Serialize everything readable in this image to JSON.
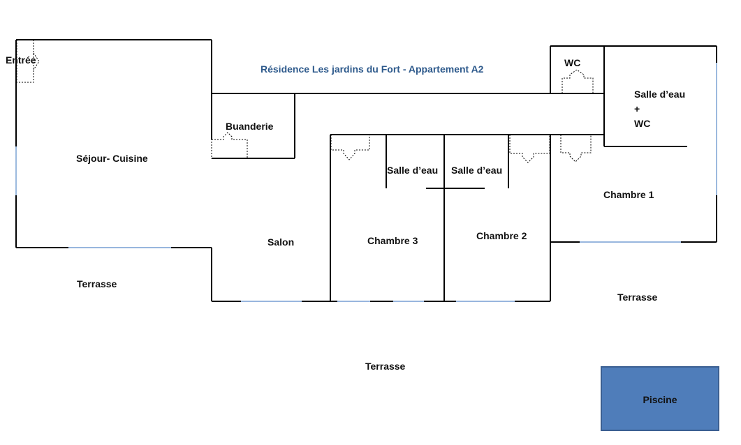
{
  "title": "Résidence Les jardins du Fort - Appartement A2",
  "rooms": {
    "entree": "Entrée",
    "sejour_cuisine": "Séjour- Cuisine",
    "buanderie": "Buanderie",
    "salon": "Salon",
    "terrasse_left": "Terrasse",
    "terrasse_bottom": "Terrasse",
    "terrasse_right": "Terrasse",
    "chambre_3": "Chambre 3",
    "chambre_2": "Chambre 2",
    "chambre_1": "Chambre 1",
    "salle_deau_left": "Salle d’eau",
    "salle_deau_right": "Salle d’eau",
    "wc": "WC",
    "salle_deau_wc": [
      "Salle d’eau",
      "+",
      "WC"
    ],
    "piscine": "Piscine"
  },
  "colors": {
    "wall": "#000000",
    "window": "#5b8bc9",
    "title": "#2e5a8c",
    "pool_fill": "#4f7dba",
    "pool_border": "#3b5f91"
  }
}
